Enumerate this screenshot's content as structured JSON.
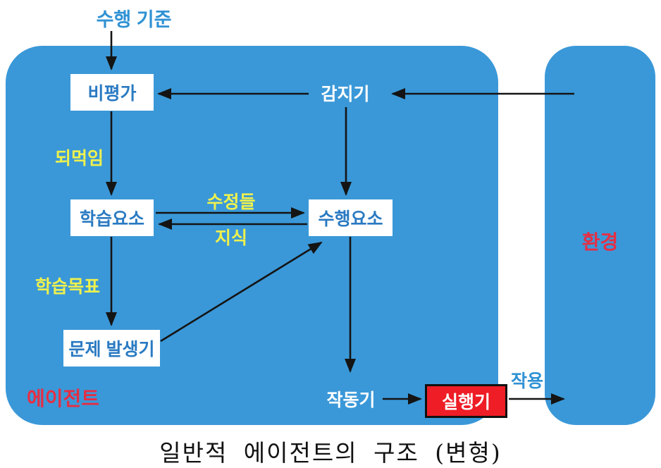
{
  "colors": {
    "panel_blue": "#3a98d8",
    "box_text_blue": "#2a7ac2",
    "accent_blue": "#2f92d4",
    "label_yellow": "#eef14d",
    "label_red": "#e62e44",
    "effector_red": "#ee1d26",
    "arrow_black": "#141414"
  },
  "nodes": {
    "performance_standard": "수행 기준",
    "critic": "비평가",
    "sensor": "감지기",
    "learning_element": "학습요소",
    "performance_element": "수행요소",
    "problem_generator": "문제 발생기",
    "actuator": "작동기",
    "effector": "실행기"
  },
  "regions": {
    "agent": "에이전트",
    "environment": "환경"
  },
  "edge_labels": {
    "feedback": "되먹임",
    "changes": "수정들",
    "knowledge": "지식",
    "learning_goals": "학습목표",
    "action": "작용"
  },
  "caption": "일반적 에이전트의 구조 (변형)"
}
